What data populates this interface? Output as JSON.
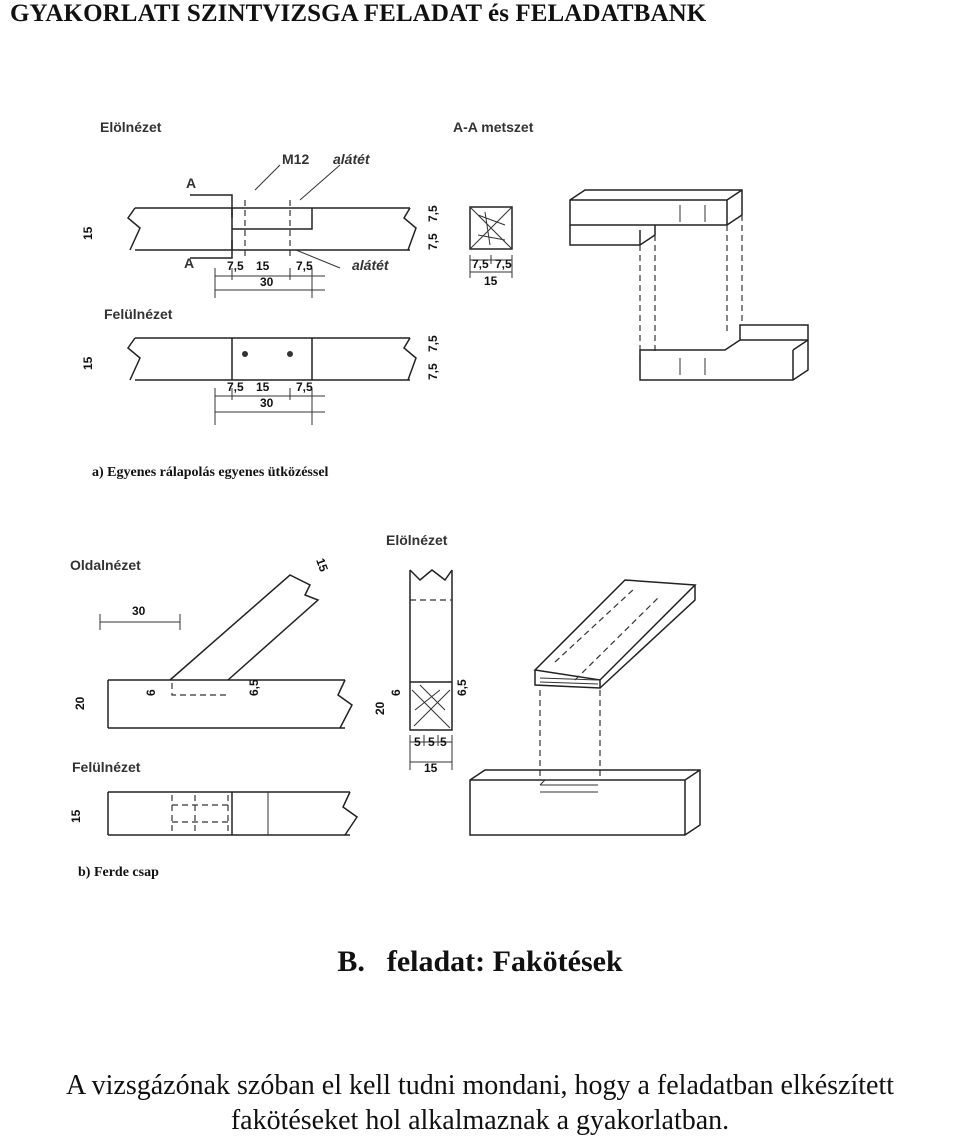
{
  "header": {
    "title": "GYAKORLATI SZINTVIZSGA FELADAT és FELADATBANK"
  },
  "drawing": {
    "figure_a": {
      "front_view_label": "Elölnézet",
      "section_label": "A-A metszet",
      "top_view_label": "Felülnézet",
      "bolt_label": "M12",
      "washer_label_1": "alátét",
      "washer_label_2": "alátét",
      "section_mark_1": "A",
      "section_mark_2": "A",
      "dims": {
        "height": "15",
        "d7_5a": "7,5",
        "d15": "15",
        "d7_5b": "7,5",
        "d30": "30",
        "side_a": "7,5",
        "side_b": "7,5",
        "sec_a": "7,5",
        "sec_b": "7,5",
        "sec_15": "15"
      },
      "top_dims": {
        "height": "15",
        "d7_5a": "7,5",
        "d15": "15",
        "d7_5b": "7,5",
        "d30": "30",
        "side_a": "7,5",
        "side_b": "7,5"
      },
      "caption": "a) Egyenes rálapolás egyenes ütközéssel"
    },
    "figure_b": {
      "side_view_label": "Oldalnézet",
      "front_view_label": "Elölnézet",
      "top_view_label": "Felülnézet",
      "dims": {
        "d30": "30",
        "d15": "15",
        "d20": "20",
        "d6": "6",
        "d6_5": "6,5",
        "f20": "20",
        "f6": "6",
        "f6_5": "6,5",
        "f5a": "5",
        "f5b": "5",
        "f5c": "5",
        "f15": "15",
        "top15": "15"
      },
      "caption": "b) Ferde csap"
    }
  },
  "section": {
    "letter": "B.",
    "title": "feladat: Fakötések"
  },
  "body": {
    "line1": "A vizsgázónak szóban el kell tudni mondani, hogy a feladatban elkészített",
    "line2": "fakötéseket hol alkalmaznak a gyakorlatban."
  }
}
